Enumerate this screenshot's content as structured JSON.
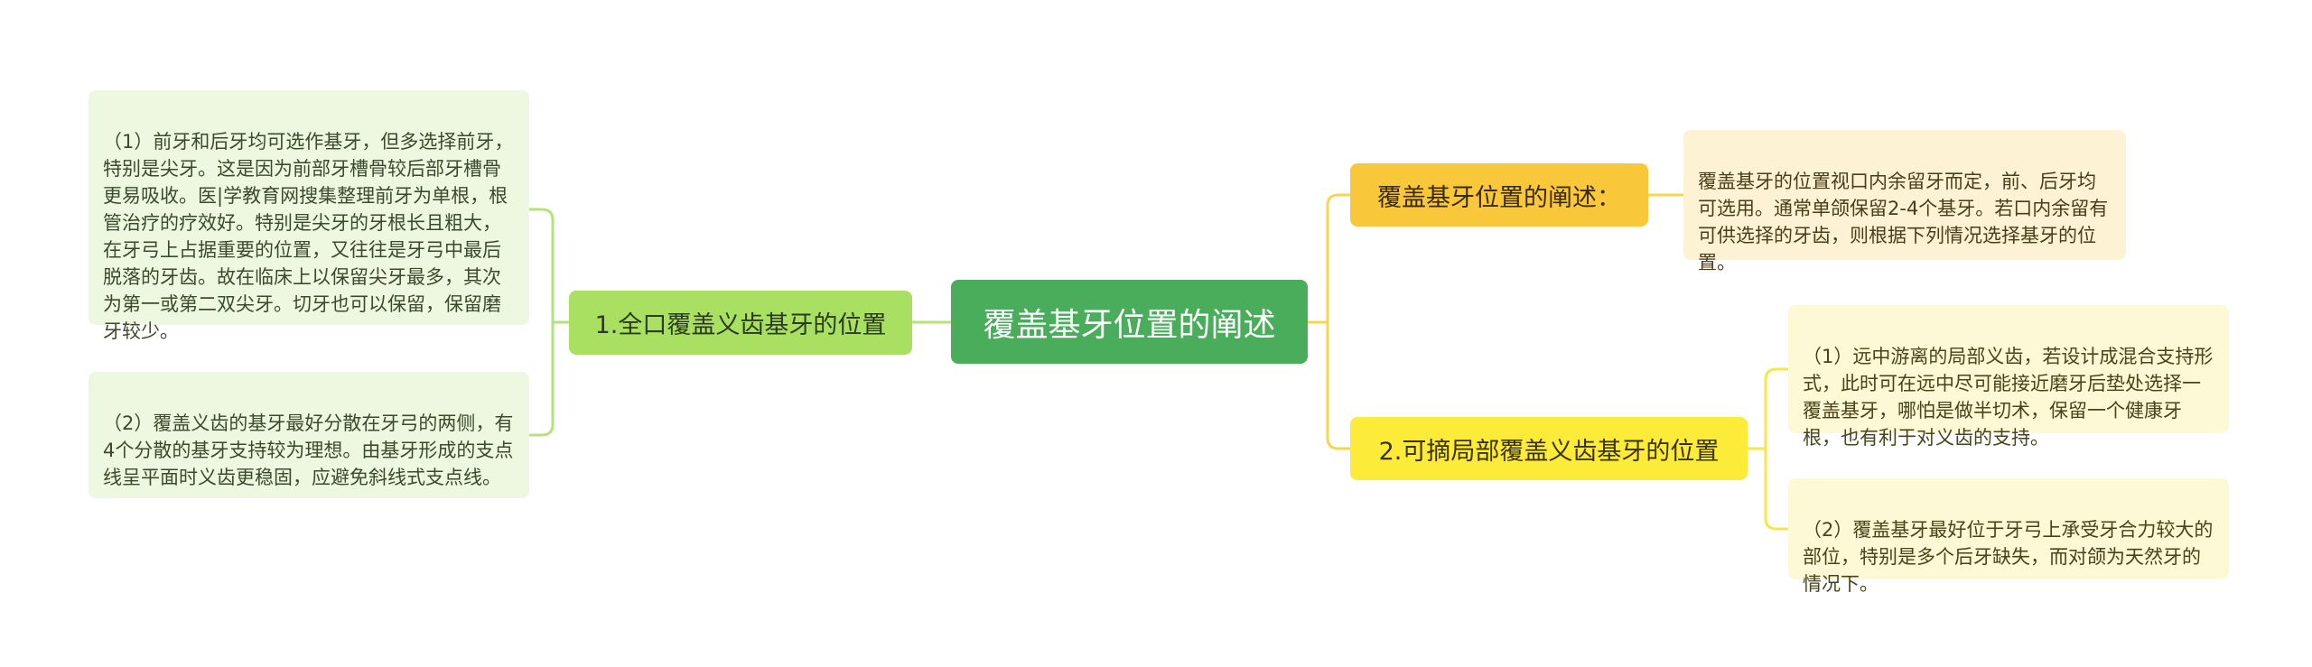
{
  "root": {
    "title": "覆盖基牙位置的阐述"
  },
  "left_branch": {
    "label": "1.全口覆盖义齿基牙的位置",
    "leaves": [
      "（1）前牙和后牙均可选作基牙，但多选择前牙，特别是尖牙。这是因为前部牙槽骨较后部牙槽骨更易吸收。医|学教育网搜集整理前牙为单根，根管治疗的疗效好。特别是尖牙的牙根长且粗大，在牙弓上占据重要的位置，又往往是牙弓中最后脱落的牙齿。故在临床上以保留尖牙最多，其次为第一或第二双尖牙。切牙也可以保留，保留磨牙较少。",
      "（2）覆盖义齿的基牙最好分散在牙弓的两侧，有4个分散的基牙支持较为理想。由基牙形成的支点线呈平面时义齿更稳固，应避免斜线式支点线。"
    ]
  },
  "right_branch_1": {
    "label": "覆盖基牙位置的阐述：",
    "leaf": "覆盖基牙的位置视口内余留牙而定，前、后牙均可选用。通常单颌保留2-4个基牙。若口内余留有可供选择的牙齿，则根据下列情况选择基牙的位置。"
  },
  "right_branch_2": {
    "label": "2.可摘局部覆盖义齿基牙的位置",
    "leaves": [
      "（1）远中游离的局部义齿，若设计成混合支持形式，此时可在远中尽可能接近磨牙后垫处选择一覆盖基牙，哪怕是做半切术，保留一个健康牙根，也有利于对义齿的支持。",
      "（2）覆盖基牙最好位于牙弓上承受牙合力较大的部位，特别是多个后牙缺失，而对颌为天然牙的情况下。"
    ]
  },
  "colors": {
    "root": "#4aad5b",
    "left_branch": "#a9e062",
    "left_leaf": "#eef8e0",
    "left_line": "#b5e27a",
    "right1_branch": "#f9c83a",
    "right1_leaf": "#fdf3d4",
    "right2_branch": "#fdeb3a",
    "right2_leaf": "#fdf8d6",
    "right_line": "#f7d64a"
  }
}
